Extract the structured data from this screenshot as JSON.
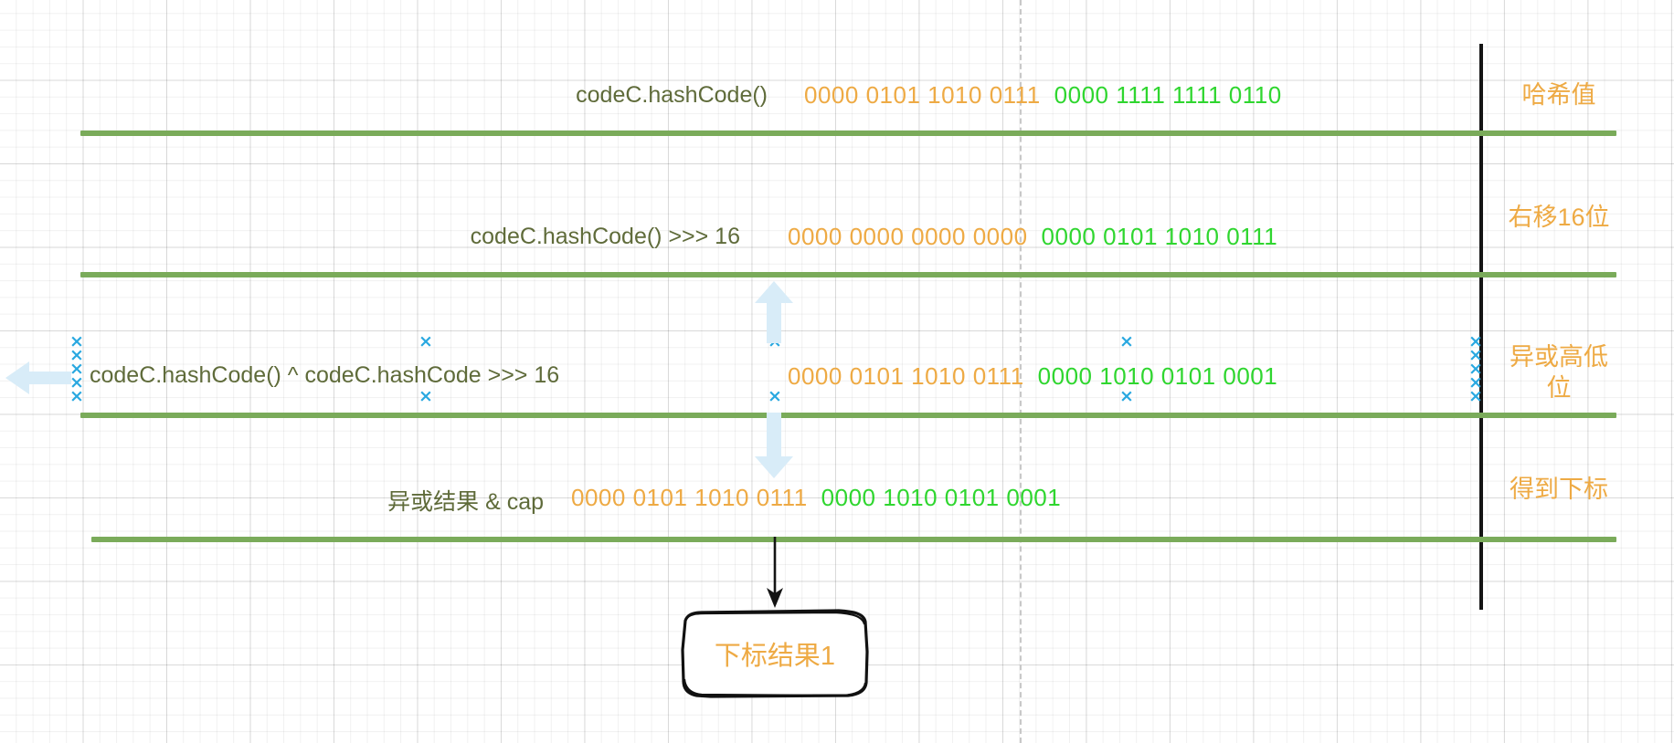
{
  "diagram": {
    "title_hidden": "",
    "rows": [
      {
        "label": "codeC.hashCode()",
        "high_bits": "0000 0101 1010 0111",
        "low_bits": "0000 1111 1111 0110",
        "stage": "哈希值"
      },
      {
        "label": "codeC.hashCode() >>> 16",
        "high_bits": "0000 0000 0000 0000",
        "low_bits": "0000 0101 1010 0111",
        "stage": "右移16位"
      },
      {
        "label": "codeC.hashCode() ^ codeC.hashCode >>> 16",
        "high_bits": "0000 0101 1010 0111",
        "low_bits": "0000 1010 0101 0001",
        "stage": "异或高低位"
      },
      {
        "label": "异或结果 & cap",
        "high_bits": "0000 0101 1010 0111",
        "low_bits": "0000 1010 0101 0001",
        "stage": "得到下标"
      }
    ],
    "result_box": {
      "text": "下标结果1"
    },
    "colors": {
      "high_bits": "#eeaa44",
      "low_bits": "#2fd62f",
      "label_text": "#5f6b3a",
      "stage_text": "#eeaa44",
      "separator_bar": "#7aab5a",
      "divider": "#141414",
      "xor_marks": "#29a8e0",
      "arrow_fill": "#d8ecf8"
    },
    "marks": {
      "xor_symbol": "×",
      "arrow_left": "left-arrow",
      "arrow_up": "up-arrow",
      "arrow_down": "down-arrow",
      "arrow_to_box": "down-arrow-thin"
    }
  }
}
